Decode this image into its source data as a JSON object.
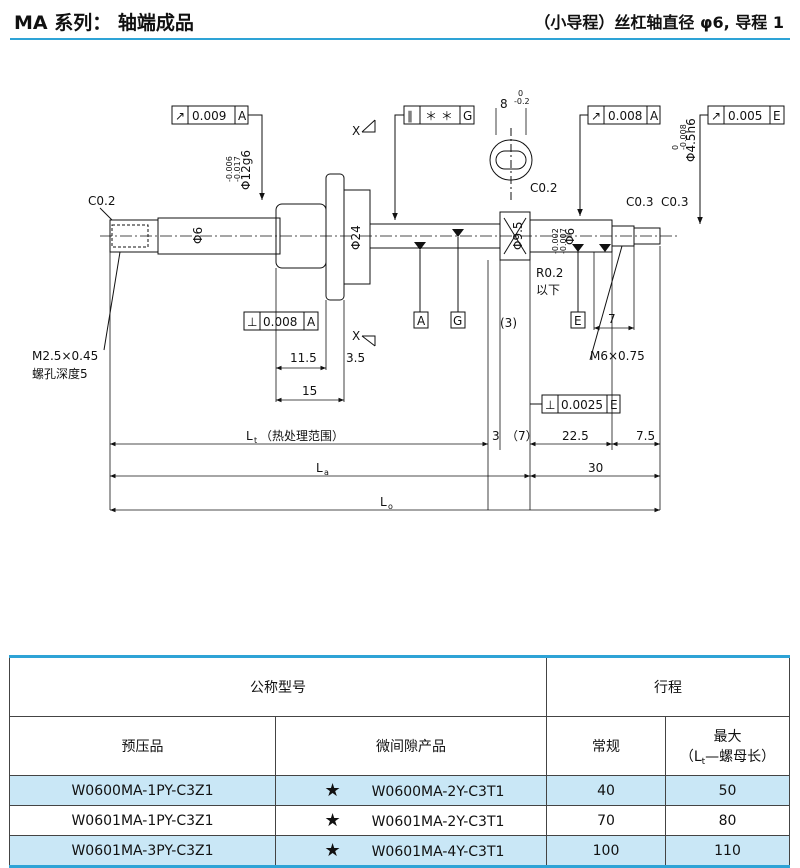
{
  "header": {
    "title": "MA 系列： 轴端成品",
    "subtitle": "（小导程）丝杠轴直径 φ6, 导程 1",
    "accent_color": "#2ea3d6"
  },
  "drawing": {
    "tol_frames": [
      {
        "sym": "↗",
        "val": "0.009",
        "ref": "A"
      },
      {
        "sym": "∥",
        "val": "＊ ＊",
        "ref": "G"
      },
      {
        "sym": "↗",
        "val": "0.008",
        "ref": "A"
      },
      {
        "sym": "↗",
        "val": "0.005",
        "ref": "E"
      },
      {
        "sym": "⊥",
        "val": "0.008",
        "ref": "A"
      },
      {
        "sym": "⊥",
        "val": "0.0025",
        "ref": "E"
      }
    ],
    "datums": [
      "A",
      "G",
      "E"
    ],
    "section_mark": "X",
    "labels": {
      "c02_left": "C0.2",
      "c02_right": "C0.2",
      "c03_a": "C0.3",
      "c03_b": "C0.3",
      "phi6_left": "Φ6",
      "phi12": "Φ12g6",
      "phi12_tol_up": "-0.006",
      "phi12_tol_low": "-0.017",
      "phi24": "Φ24",
      "phi95": "Φ9.5",
      "phi6_right": "Φ6",
      "phi6_tol_up": "-0.002",
      "phi6_tol_low": "-0.007",
      "phi45": "Φ4.5h6",
      "phi45_tol_up": "0",
      "phi45_tol_low": "-0.008",
      "key_width": "8",
      "key_tol_up": "0",
      "key_tol_low": "-0.2",
      "r02": "R0.2",
      "r02_note": "以下",
      "m25": "M2.5×0.45",
      "m25_note": "螺孔深度5",
      "m6": "M6×0.75",
      "d_11_5": "11.5",
      "d_3_5": "3.5",
      "d_15": "15",
      "d_3p": "(3)",
      "d_7": "7",
      "d_3": "3",
      "d_7p": "（7）",
      "d_22_5": "22.5",
      "d_7_5": "7.5",
      "d_30": "30",
      "lt": "L",
      "lt_sub": "t",
      "lt_note": "（热处理范围）",
      "la": "L",
      "la_sub": "a",
      "lo": "L",
      "lo_sub": "o"
    }
  },
  "table": {
    "header_model": "公称型号",
    "header_stroke": "行程",
    "col_preload": "预压品",
    "col_clearance": "微间隙产品",
    "col_normal": "常规",
    "col_max_line1": "最大",
    "col_max_line2_prefix": "（L",
    "col_max_line2_sub": "t",
    "col_max_line2_suffix": "—螺母长）",
    "star_glyph": "★",
    "rows": [
      {
        "preload": "W0600MA-1PY-C3Z1",
        "clearance": "W0600MA-2Y-C3T1",
        "normal": "40",
        "max": "50",
        "highlight": true
      },
      {
        "preload": "W0601MA-1PY-C3Z1",
        "clearance": "W0601MA-2Y-C3T1",
        "normal": "70",
        "max": "80",
        "highlight": false
      },
      {
        "preload": "W0601MA-3PY-C3Z1",
        "clearance": "W0601MA-4Y-C3T1",
        "normal": "100",
        "max": "110",
        "highlight": true
      }
    ],
    "highlight_color": "#c9e7f6"
  }
}
